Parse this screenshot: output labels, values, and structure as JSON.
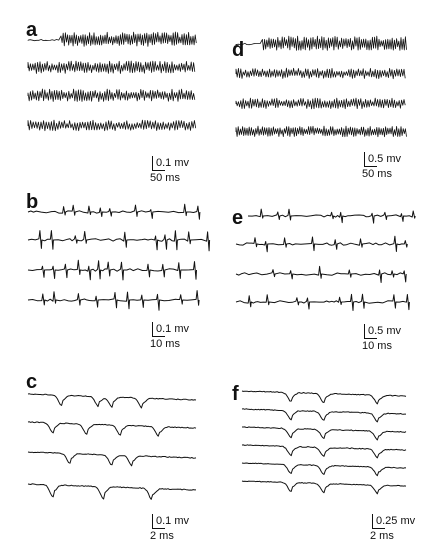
{
  "panels": [
    {
      "id": "a",
      "letter": "a",
      "amplitude": "0.1 mv",
      "time": "50 ms"
    },
    {
      "id": "b",
      "letter": "b",
      "amplitude": "0.1 mv",
      "time": "10 ms"
    },
    {
      "id": "c",
      "letter": "c",
      "amplitude": "0.1 mv",
      "time": "2 ms"
    },
    {
      "id": "d",
      "letter": "d",
      "amplitude": "0.5 mv",
      "time": "50 ms"
    },
    {
      "id": "e",
      "letter": "e",
      "amplitude": "0.5 mv",
      "time": "10 ms"
    },
    {
      "id": "f",
      "letter": "f",
      "amplitude": "0.25 mv",
      "time": "2 ms"
    }
  ]
}
